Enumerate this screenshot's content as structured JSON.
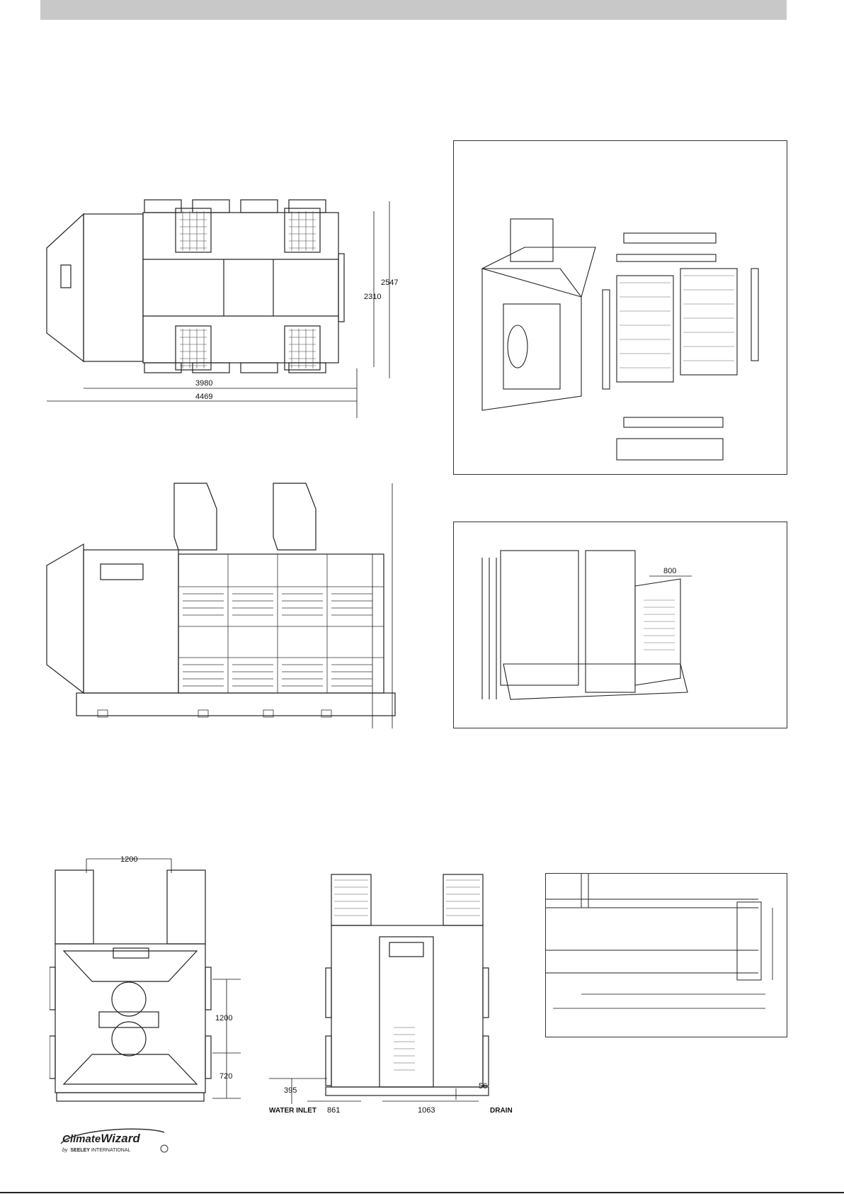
{
  "figures": {
    "top_view": {
      "dims": {
        "width_2547": "2547",
        "width_2310": "2310",
        "length_3980": "3980",
        "length_4469": "4469"
      }
    },
    "detail_door": {
      "dims": {
        "clearance": "800"
      }
    },
    "end_view": {
      "dims": {
        "spacing_top": "1200",
        "spacing_side": "1200",
        "offset_bottom": "720"
      }
    },
    "front_view": {
      "dims": {
        "height_395": "395",
        "drain_56": "56",
        "inlet_861": "861",
        "drain_1063": "1063"
      },
      "labels": {
        "water_inlet": "WATER INLET",
        "drain": "DRAIN"
      }
    }
  },
  "footer": {
    "brand": {
      "name_part1": "Climate",
      "name_part2": "Wizard",
      "by": "by",
      "company_bold": "SEELEY",
      "company_rest": " INTERNATIONAL"
    }
  }
}
